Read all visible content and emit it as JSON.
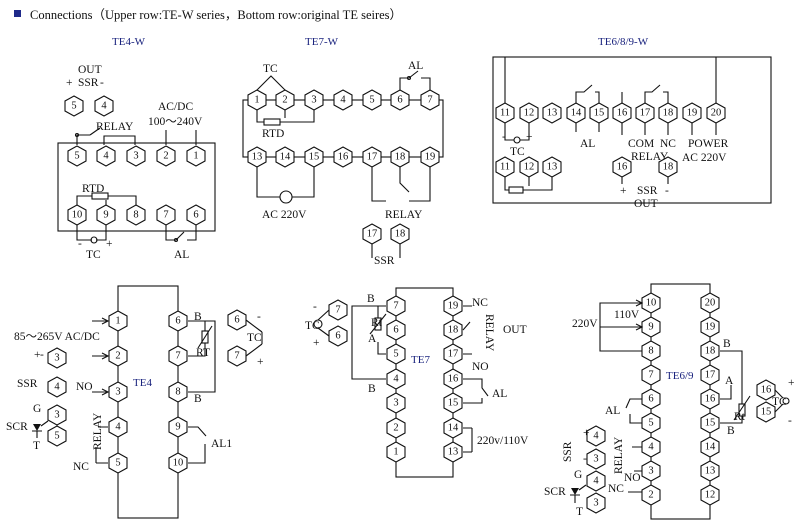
{
  "header": {
    "text": "Connections（Upper row:TE-W series，Bottom row:original TE seires）",
    "bullet_color": "#1f2a8a"
  },
  "titles": {
    "te4w": "TE4-W",
    "te7w": "TE7-W",
    "te6w": "TE6/8/9-W"
  },
  "te4w": {
    "out": "OUT",
    "ssr": "SSR",
    "acdc": "AC/DC",
    "range": "100～240V",
    "relay": "RELAY",
    "rtd": "RTD",
    "tc": "TC",
    "al": "AL",
    "plus": "+",
    "minus": "-"
  },
  "te7w": {
    "tc": "TC",
    "al": "AL",
    "rtd": "RTD",
    "ac": "AC 220V",
    "relay": "RELAY",
    "ssr": "SSR"
  },
  "te6w": {
    "tc": "TC",
    "al": "AL",
    "com": "COM",
    "nc": "NC",
    "power": "POWER",
    "relay": "RELAY",
    "ac": "AC 220V",
    "ssr": "SSR",
    "out": "OUT",
    "plus": "+",
    "minus": "-"
  },
  "te4": {
    "model": "TE4",
    "power": "85～265V AC/DC",
    "ssr": "SSR",
    "scr": "SCR",
    "g": "G",
    "t": "T",
    "no": "NO",
    "nc": "NC",
    "relay": "RELAY",
    "b": "B",
    "rt": "RT",
    "al1": "AL1",
    "tc": "TC",
    "plus": "+",
    "minus": "-"
  },
  "te7": {
    "model": "TE7",
    "tc": "TC",
    "rt": "Rt",
    "a": "A",
    "b": "B",
    "nc": "NC",
    "no": "NO",
    "relay": "RELAY",
    "out": "OUT",
    "al": "AL",
    "ac": "220v/110V",
    "plus": "+",
    "minus": "-"
  },
  "te69": {
    "model": "TE6/9",
    "v220": "220V",
    "v110": "110V",
    "b": "B",
    "a": "A",
    "rt": "Rt",
    "al": "AL",
    "ssr": "SSR",
    "relay": "RELAY",
    "nc": "NC",
    "no": "NO",
    "scr": "SCR",
    "g": "G",
    "t": "T",
    "tc": "TC",
    "plus": "+",
    "minus": "-"
  },
  "terminals": {
    "te4w": {
      "top": [
        "5",
        "4"
      ],
      "row1": [
        "5",
        "4",
        "3",
        "2",
        "1"
      ],
      "row2": [
        "10",
        "9",
        "8",
        "7",
        "6"
      ]
    },
    "te7w": {
      "top": [
        "1",
        "2",
        "3",
        "4",
        "5",
        "6",
        "7"
      ],
      "bottom": [
        "13",
        "14",
        "15",
        "16",
        "17",
        "18",
        "19"
      ],
      "ssr": [
        "17",
        "18"
      ]
    },
    "te6w": {
      "row": [
        "11",
        "12",
        "13",
        "14",
        "15",
        "16",
        "17",
        "18",
        "19",
        "20"
      ],
      "tc": [
        "11",
        "12",
        "13"
      ],
      "ssr": [
        "16",
        "18"
      ]
    },
    "te4": {
      "left": [
        "1",
        "2",
        "3",
        "4",
        "5"
      ],
      "right": [
        "6",
        "7",
        "8",
        "9",
        "10"
      ],
      "side": [
        "3",
        "4",
        "3",
        "5",
        "6",
        "7"
      ]
    },
    "te7": {
      "left": [
        "7",
        "6",
        "5",
        "4",
        "3",
        "2",
        "1"
      ],
      "right": [
        "19",
        "18",
        "17",
        "16",
        "15",
        "14",
        "13"
      ],
      "tc": [
        "7",
        "6"
      ]
    },
    "te69": {
      "left": [
        "10",
        "9",
        "8",
        "7",
        "6",
        "5",
        "4",
        "3",
        "2"
      ],
      "right": [
        "20",
        "19",
        "18",
        "17",
        "16",
        "15",
        "14",
        "13",
        "12"
      ],
      "side": [
        "4",
        "3",
        "4",
        "3"
      ],
      "tc": [
        "16",
        "15"
      ]
    }
  }
}
